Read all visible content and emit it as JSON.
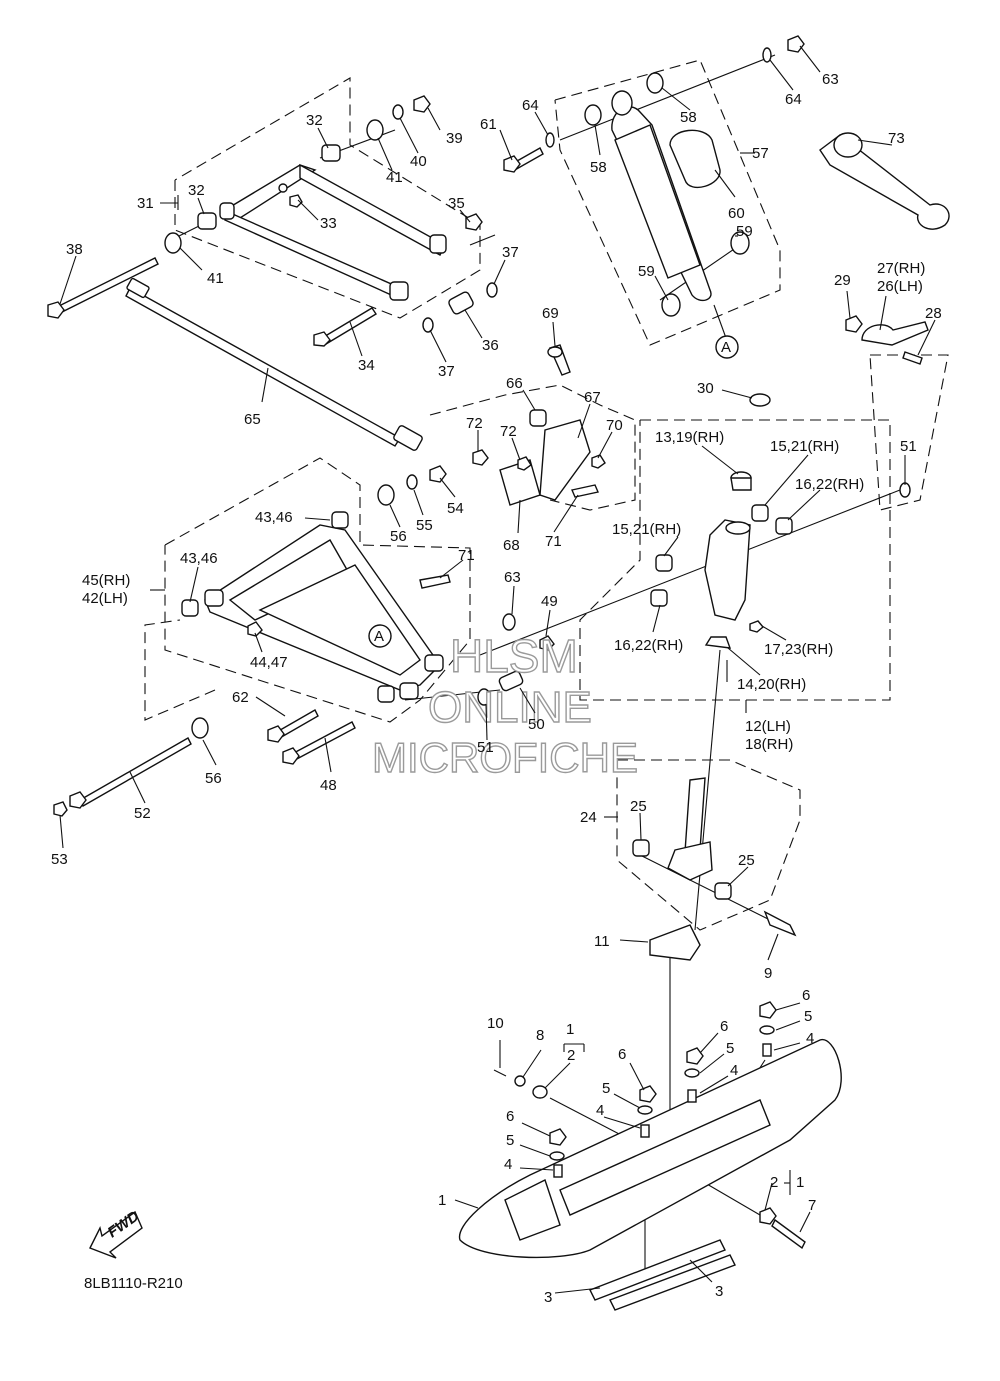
{
  "diagram": {
    "part_labels": [
      "1",
      "2",
      "3",
      "4",
      "5",
      "6",
      "7",
      "8",
      "9",
      "10",
      "11",
      "12(LH)",
      "18(RH)",
      "13,19(RH)",
      "14,20(RH)",
      "15,21(RH)",
      "16,22(RH)",
      "17,23(RH)",
      "24",
      "25",
      "26(LH)",
      "27(RH)",
      "28",
      "29",
      "30",
      "31",
      "32",
      "33",
      "34",
      "35",
      "36",
      "37",
      "38",
      "39",
      "40",
      "41",
      "42(LH)",
      "45(RH)",
      "43,46",
      "44,47",
      "48",
      "49",
      "50",
      "51",
      "52",
      "53",
      "54",
      "55",
      "56",
      "57",
      "58",
      "59",
      "60",
      "61",
      "62",
      "63",
      "64",
      "65",
      "66",
      "67",
      "68",
      "69",
      "70",
      "71",
      "72",
      "73",
      "A"
    ],
    "fwd_label": "FWD",
    "drawing_code": "8LB1110-R210",
    "watermark": [
      "HLSM",
      "ONLINE",
      "MICROFICHE"
    ]
  }
}
